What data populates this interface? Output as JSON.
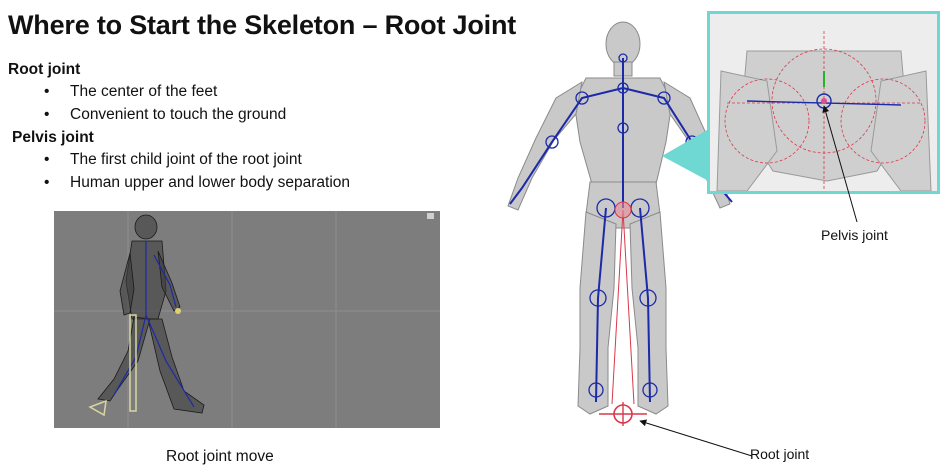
{
  "slide": {
    "title": "Where to Start the Skeleton – Root Joint",
    "sections": [
      {
        "heading": "Root joint",
        "bullets": [
          "The center of the feet",
          "Convenient to touch the ground"
        ]
      },
      {
        "heading": "Pelvis joint",
        "bullets": [
          "The first child joint of the root joint",
          "Human upper and lower body separation"
        ]
      }
    ],
    "bullet_symbol": "•",
    "captions": {
      "animation": "Root joint move",
      "pelvis_label": "Pelvis joint",
      "root_label": "Root joint"
    },
    "colors": {
      "callout_border": "#6fd8d2",
      "joint_chain": "#1c2aa8",
      "root_chain": "#d8394a",
      "viewport_bg": "#7d7d7d"
    }
  }
}
